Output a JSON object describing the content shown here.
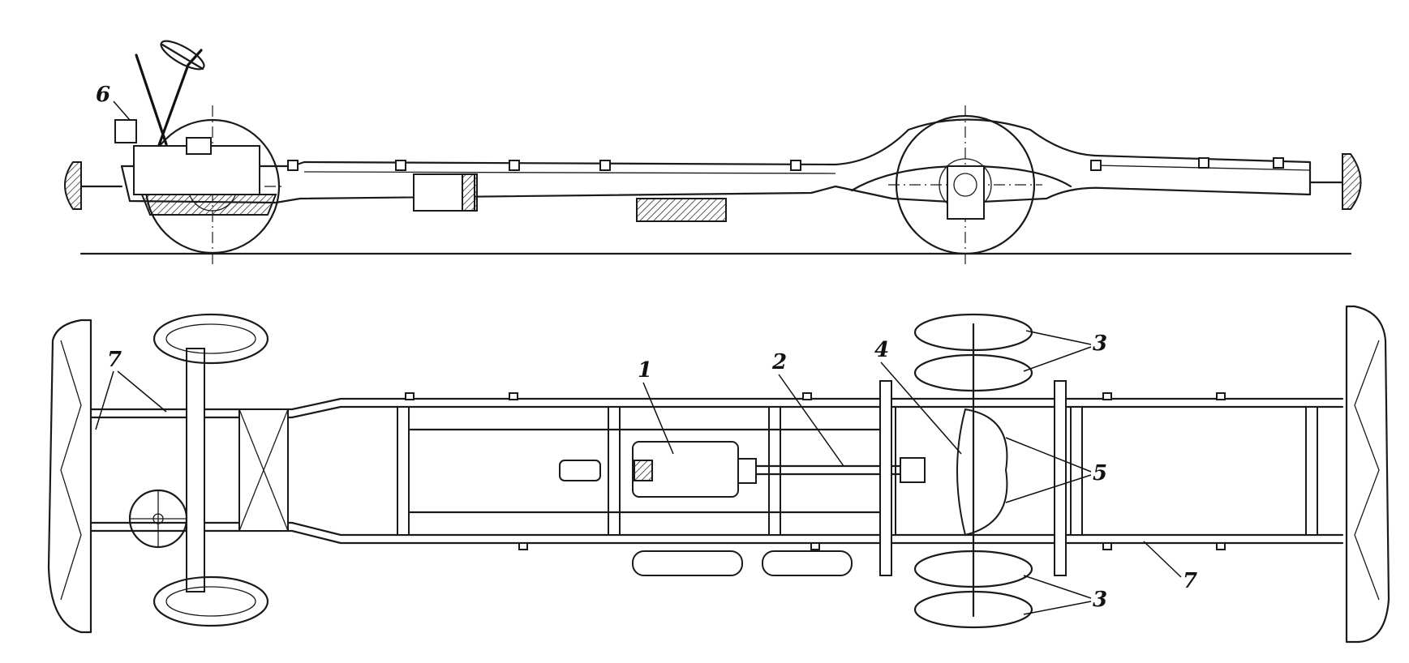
{
  "callouts": {
    "c1": "1",
    "c2": "2",
    "c3a": "3",
    "c3b": "3",
    "c4": "4",
    "c5": "5",
    "c6": "6",
    "c7a": "7",
    "c7b": "7"
  }
}
